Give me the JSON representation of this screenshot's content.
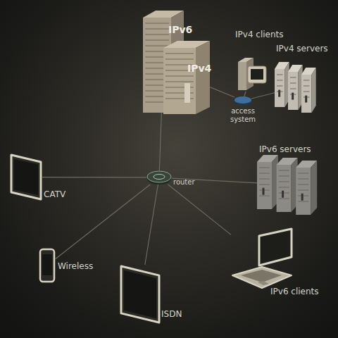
{
  "diagram": {
    "nodes": [
      {
        "text": [
          "IPv6"
        ]
      },
      {
        "text": [
          "IPv4"
        ]
      },
      {
        "text": [
          "IPv4 clients"
        ]
      },
      {
        "text": [
          "IPv4 servers"
        ]
      },
      {
        "text": [
          "access system"
        ]
      },
      {
        "text": [
          "router"
        ]
      },
      {
        "text": [
          "IPv6 servers"
        ]
      },
      {
        "text": [
          "CATV"
        ]
      },
      {
        "text": [
          "Wireless"
        ]
      },
      {
        "text": [
          "ISDN"
        ]
      },
      {
        "text": [
          "IPv6 clients"
        ]
      }
    ],
    "edges": [
      {
        "from": 5,
        "to": 0,
        "arrow": "none"
      },
      {
        "from": 1,
        "to": 4,
        "arrow": "none"
      },
      {
        "from": 4,
        "to": 2,
        "arrow": "none"
      },
      {
        "from": 4,
        "to": 3,
        "arrow": "none"
      },
      {
        "from": 5,
        "to": 6,
        "arrow": "none"
      },
      {
        "from": 5,
        "to": 7,
        "arrow": "none"
      },
      {
        "from": 5,
        "to": 8,
        "arrow": "none"
      },
      {
        "from": 5,
        "to": 9,
        "arrow": "none"
      },
      {
        "from": 5,
        "to": 10,
        "arrow": "none"
      }
    ]
  }
}
